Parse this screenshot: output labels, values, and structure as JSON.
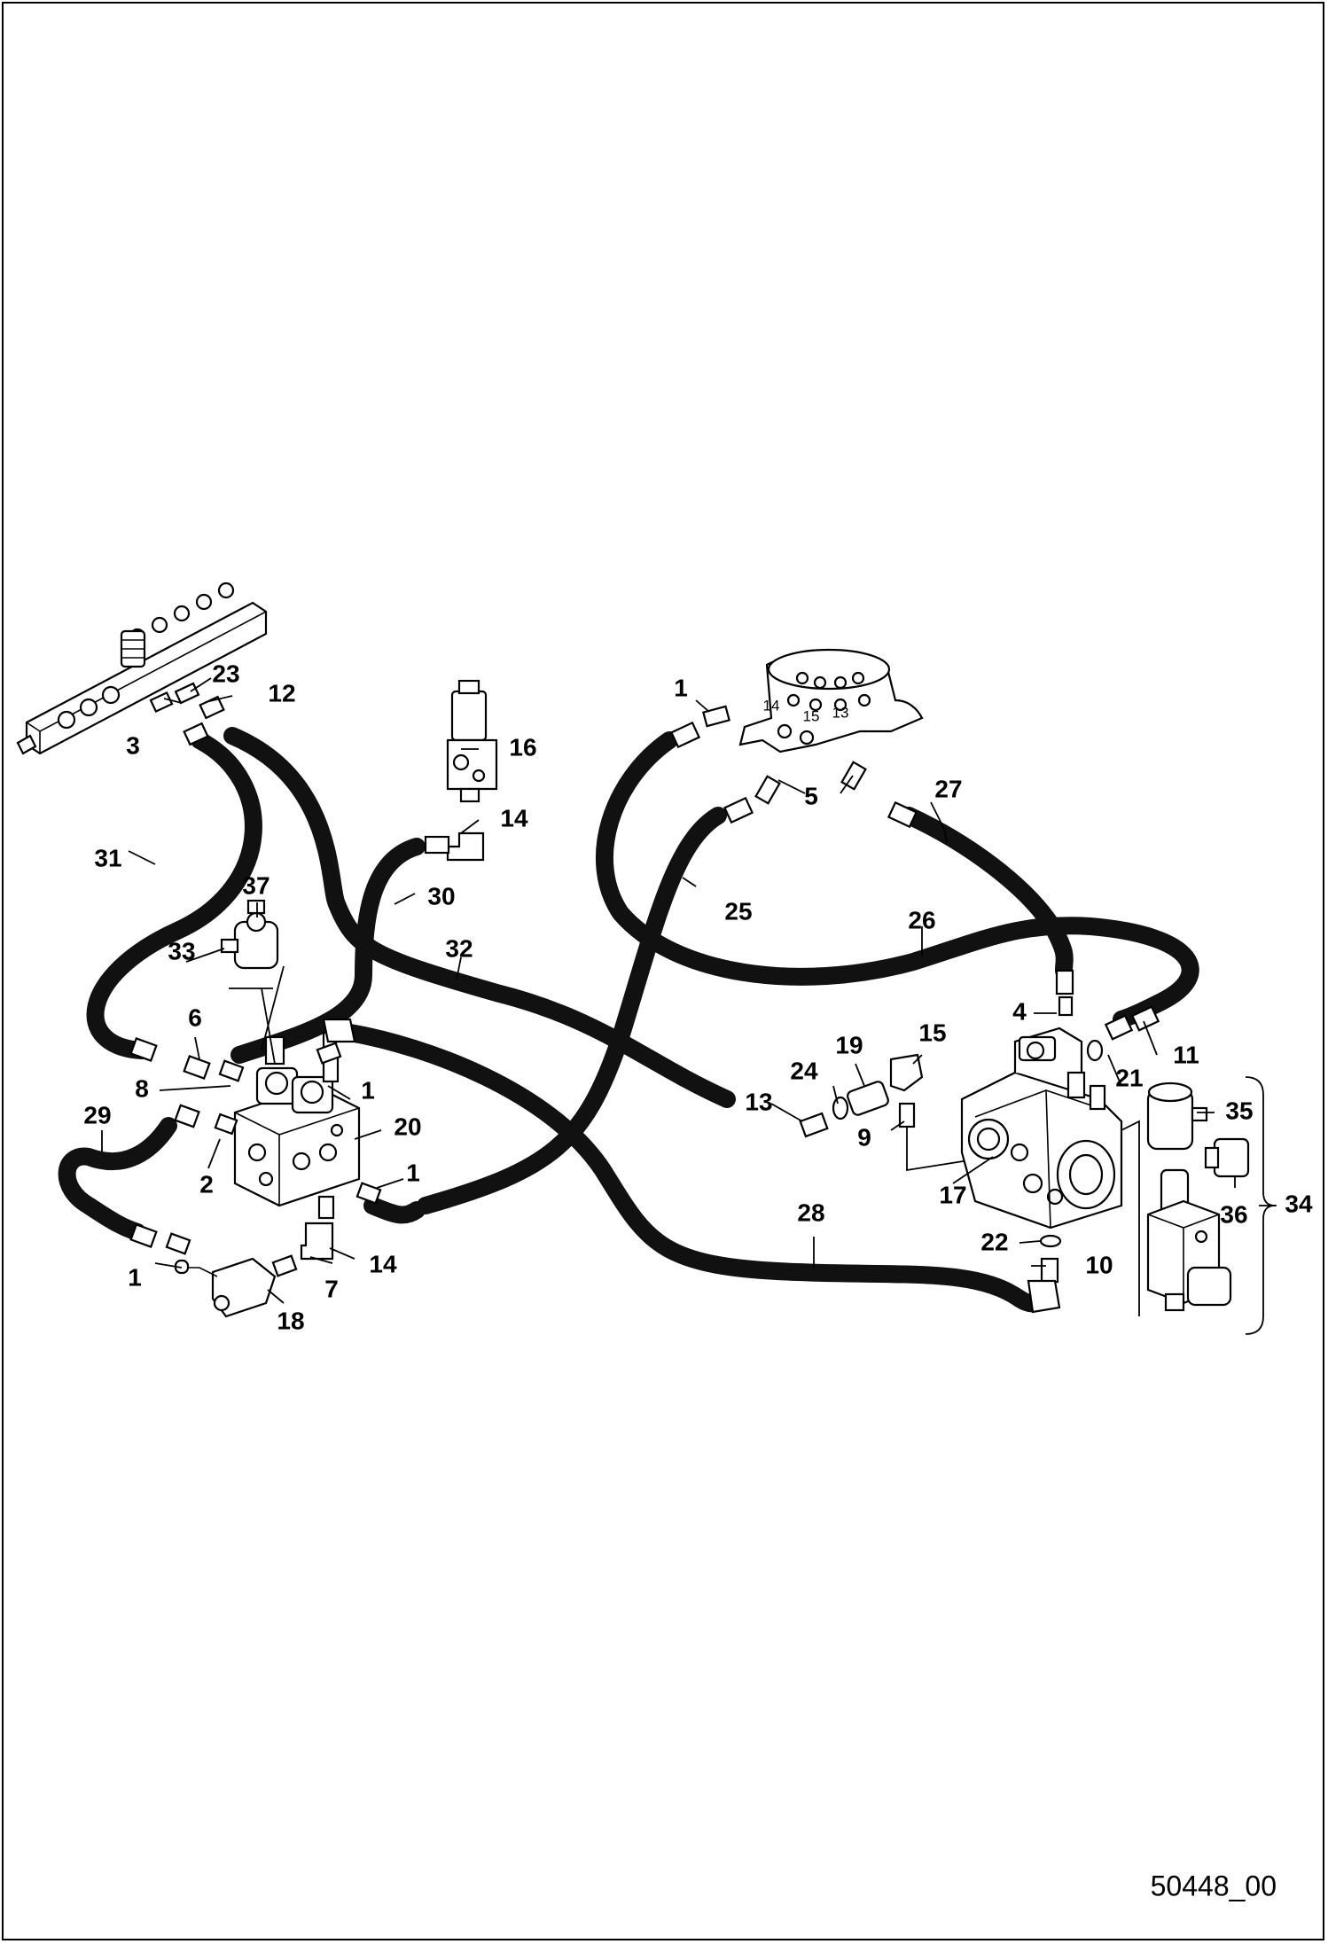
{
  "drawing_id": "50448_00",
  "callouts": {
    "c1a": "1",
    "c1b": "1",
    "c1c": "1",
    "c1d": "1",
    "c2": "2",
    "c3": "3",
    "c4": "4",
    "c5": "5",
    "c6": "6",
    "c7": "7",
    "c8": "8",
    "c9": "9",
    "c10": "10",
    "c11": "11",
    "c12": "12",
    "c13": "13",
    "c14a": "14",
    "c14b": "14",
    "c15": "15",
    "c16": "16",
    "c17": "17",
    "c18": "18",
    "c19": "19",
    "c20": "20",
    "c21": "21",
    "c22": "22",
    "c23": "23",
    "c24": "24",
    "c25": "25",
    "c26": "26",
    "c27": "27",
    "c28": "28",
    "c29": "29",
    "c30": "30",
    "c31": "31",
    "c32": "32",
    "c33": "33",
    "c34": "34",
    "c35": "35",
    "c36": "36",
    "c37": "37"
  },
  "port_labels": {
    "p14": "14",
    "p15": "15",
    "p13": "13"
  }
}
